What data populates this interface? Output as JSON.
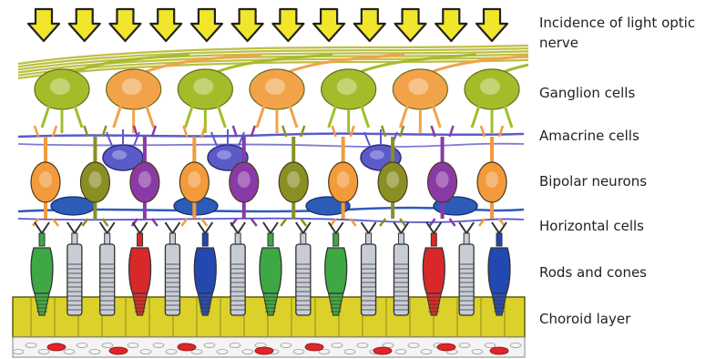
{
  "labels": {
    "incidence": "Incidence of light optic nerve",
    "ganglion": "Ganglion cells",
    "amacrine": "Amacrine cells",
    "bipolar": "Bipolar neurons",
    "horizontal": "Horizontal cells",
    "rods_cones": "Rods and cones",
    "choroid": "Choroid layer"
  },
  "colors": {
    "arrow": "#f2e62c",
    "nerve": "#b6b82e",
    "ganglion_green": "#a3bd2a",
    "ganglion_orange": "#f2a34a",
    "amacrine": "#5b5bc8",
    "bipolar_orange": "#f29a3c",
    "bipolar_olive": "#8a8f24",
    "bipolar_purple": "#8a3aa6",
    "horizontal": "#2d5bb8",
    "cone_green": "#3da844",
    "cone_red": "#d8282a",
    "cone_blue": "#2348b0",
    "rod_gray": "#c8ccd4",
    "choroid": "#dcd12a",
    "vessel": "#e0242a"
  },
  "diagram": {
    "arrow_count": 12,
    "ganglion_sequence": [
      "green",
      "orange",
      "green",
      "orange",
      "green",
      "orange",
      "green"
    ],
    "bipolar_sequence": [
      "orange",
      "olive",
      "purple",
      "orange",
      "purple",
      "olive",
      "orange",
      "olive",
      "purple",
      "orange"
    ],
    "photoreceptor_sequence": [
      "green",
      "rod",
      "rod",
      "red",
      "rod",
      "blue",
      "rod",
      "green",
      "rod",
      "green",
      "rod",
      "rod",
      "red",
      "rod",
      "blue"
    ]
  }
}
